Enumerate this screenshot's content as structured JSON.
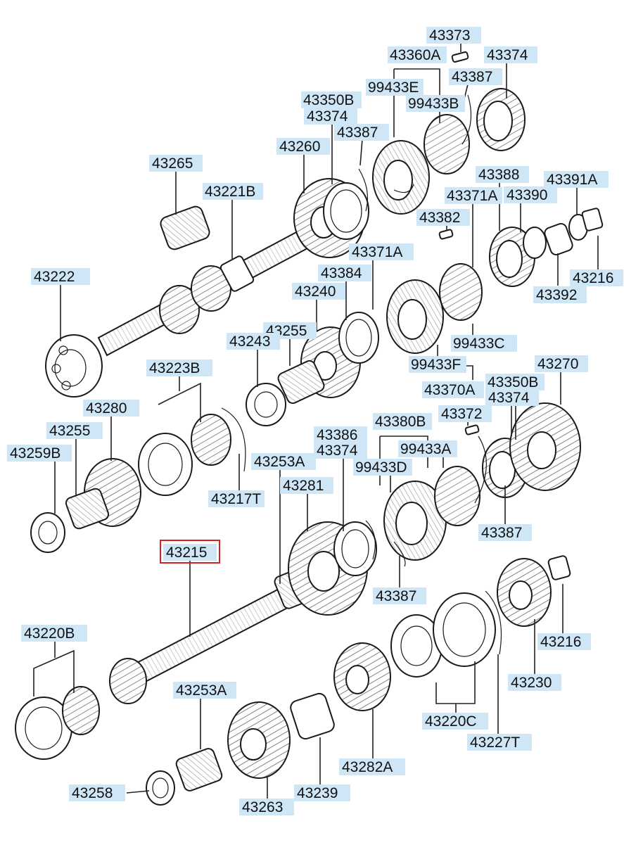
{
  "diagram": {
    "label_bg_color": "#cfe6f7",
    "highlight_color": "#d42020",
    "highlighted_part": "43215",
    "labels": [
      "43373",
      "43360A",
      "43374",
      "43387",
      "99433E",
      "43350B",
      "99433B",
      "43374",
      "43387",
      "43260",
      "43265",
      "43388",
      "43391A",
      "43221B",
      "43371A",
      "43390",
      "43382",
      "43222",
      "43371A",
      "43216",
      "43384",
      "43392",
      "43240",
      "43255",
      "99433C",
      "43243",
      "99433F",
      "43270",
      "43223B",
      "43350B",
      "43370A",
      "43374",
      "43280",
      "43372",
      "43380B",
      "43255",
      "43386",
      "99433A",
      "43259B",
      "43374",
      "43253A",
      "99433D",
      "43281",
      "43217T",
      "43387",
      "43215",
      "43387",
      "43220B",
      "43216",
      "43230",
      "43253A",
      "43220C",
      "43227T",
      "43282A",
      "43258",
      "43239",
      "43263"
    ]
  }
}
